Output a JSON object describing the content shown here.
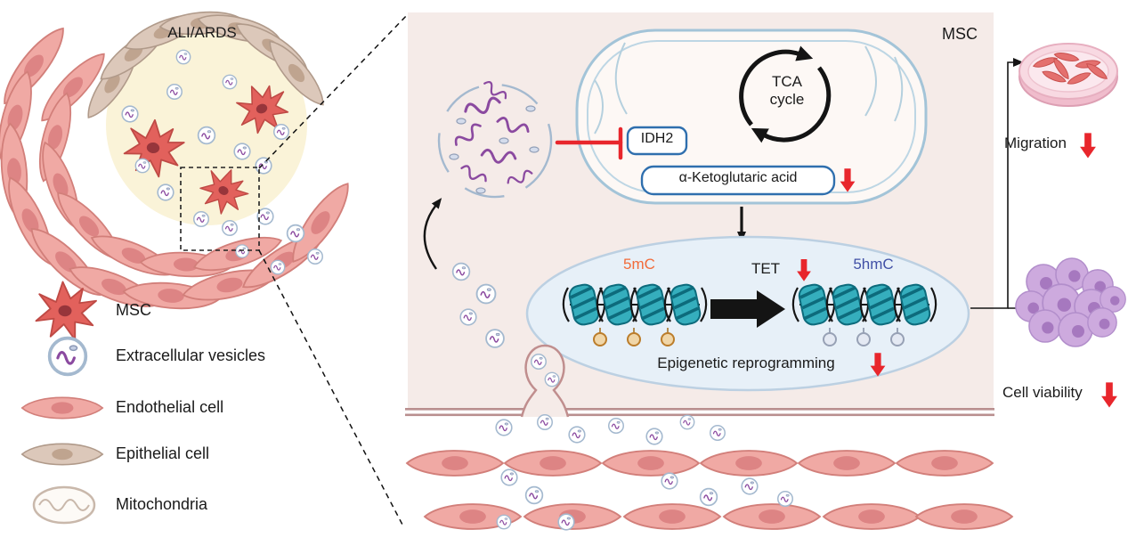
{
  "figure": {
    "left": {
      "ali_ards_label": "ALI/ARDS",
      "legend": [
        {
          "icon": "msc-cell-icon",
          "label": "MSC"
        },
        {
          "icon": "extracellular-vesicle-icon",
          "label": "Extracellular vesicles"
        },
        {
          "icon": "endothelial-cell-icon",
          "label": "Endothelial cell"
        },
        {
          "icon": "epithelial-cell-icon",
          "label": "Epithelial cell"
        },
        {
          "icon": "mitochondria-icon",
          "label": "Mitochondria"
        }
      ]
    },
    "cell_panel": {
      "label": "MSC",
      "tca_cycle": "TCA cycle",
      "idh2": "IDH2",
      "alpha_kg": "α-Ketoglutaric acid",
      "five_mc": "5mC",
      "tet": "TET",
      "five_hmc": "5hmC",
      "epigenetic": "Epigenetic reprogramming"
    },
    "outcomes": {
      "migration": "Migration",
      "cell_viability": "Cell viability"
    },
    "colors": {
      "accent_red": "#e8262c",
      "five_mc_orange": "#f26b3a",
      "five_hmc_blue": "#4150a6",
      "panel_pink": "#f5ebe8",
      "nucleus_blue": "#e7f0f8",
      "nucleosome_teal": "#35aebd",
      "vesicle_purple": "#8b4aa0",
      "endothelial_pink": "#f0a9a4",
      "epithelial_tan": "#dcc8ba",
      "msc_red": "#e2615c",
      "spheroid_purple": "#cdaade",
      "membrane_mauve": "#b98f8f"
    }
  }
}
